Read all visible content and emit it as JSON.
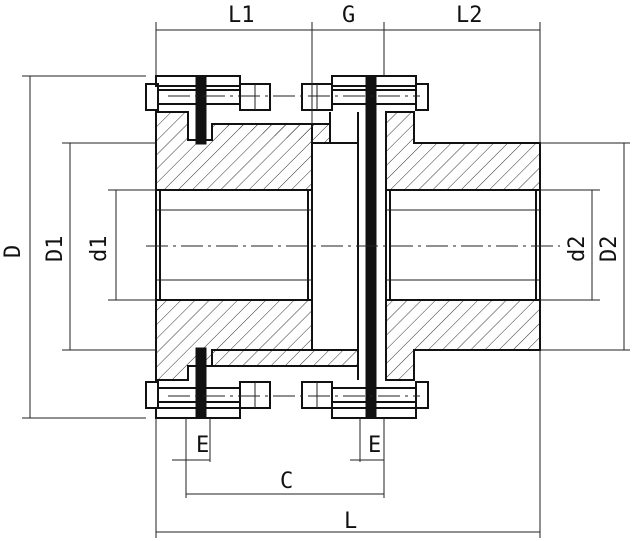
{
  "labels": {
    "L1": "L1",
    "G": "G",
    "L2": "L2",
    "D": "D",
    "D1": "D1",
    "d1": "d1",
    "d2": "d2",
    "D2": "D2",
    "E_left": "E",
    "E_right": "E",
    "C": "C",
    "L": "L"
  },
  "colors": {
    "line": "#111111",
    "background": "#ffffff"
  }
}
